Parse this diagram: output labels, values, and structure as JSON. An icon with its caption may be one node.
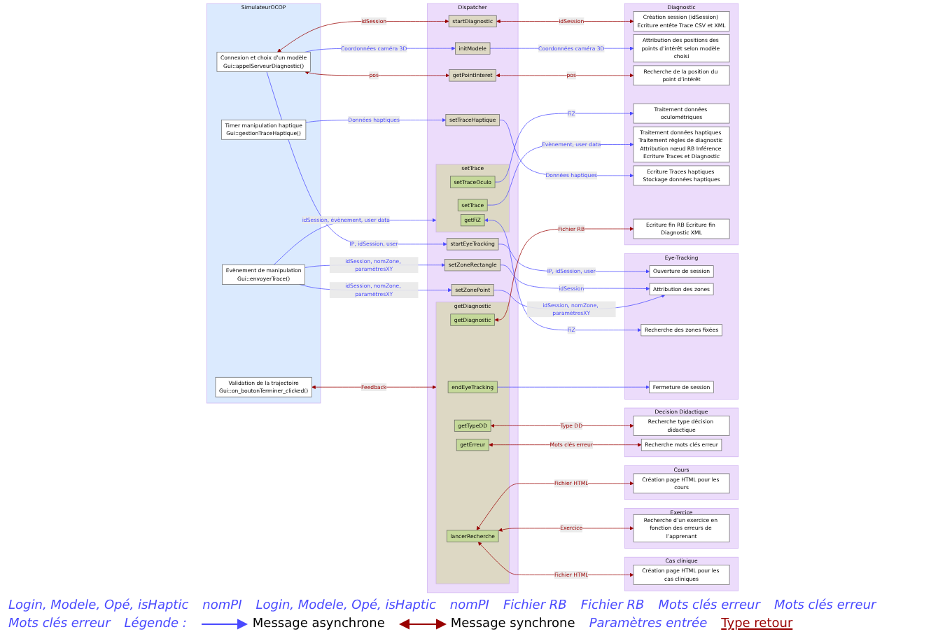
{
  "diagram": {
    "nodes": [
      {
        "text": [
          "SimulateurOCOP"
        ]
      },
      {
        "text": [
          "Connexion et choix d’un modèle",
          "Gui::appelServeurDiagnostic()"
        ],
        "in": 0
      },
      {
        "text": [
          "Evènement de manipulation",
          "Gui::envoyerTrace()"
        ],
        "in": 0
      },
      {
        "text": [
          "Timer manipulation haptique",
          "Gui::gestionTraceHaptique()"
        ],
        "in": 0
      },
      {
        "text": [
          "Validation de la trajectoire",
          "Gui::on_boutonTerminer_clicked()"
        ],
        "in": 0
      },
      {
        "text": [
          "Dispatcher"
        ]
      },
      {
        "text": [
          "startDiagnostic"
        ],
        "in": 5
      },
      {
        "text": [
          "initModele"
        ],
        "in": 5
      },
      {
        "text": [
          "getPointInteret"
        ],
        "in": 5
      },
      {
        "text": [
          "startEyeTracking"
        ],
        "in": 5
      },
      {
        "text": [
          "setZonePoint"
        ],
        "in": 5
      },
      {
        "text": [
          "setZoneRectangle"
        ],
        "in": 5
      },
      {
        "text": [
          "setTrace"
        ],
        "in": 5
      },
      {
        "text": [
          "getFiZ"
        ],
        "in": 12
      },
      {
        "text": [
          "setTraceOculo"
        ],
        "in": 12
      },
      {
        "text": [
          "setTrace"
        ],
        "in": 12
      },
      {
        "text": [
          "setTraceHaptique"
        ],
        "in": 5
      },
      {
        "text": [
          "getDiagnostic"
        ],
        "in": 5
      },
      {
        "text": [
          "endEyeTracking"
        ],
        "in": 17
      },
      {
        "text": [
          "getDiagnostic"
        ],
        "in": 17
      },
      {
        "text": [
          "getTypeDD"
        ],
        "in": 17
      },
      {
        "text": [
          "getErreur"
        ],
        "in": 17
      },
      {
        "text": [
          "lancerRecherche"
        ],
        "in": 17
      },
      {
        "text": [
          "Eye-Tracking"
        ]
      },
      {
        "text": [
          "Ouverture de session"
        ],
        "in": 23
      },
      {
        "text": [
          "Attribution des zones"
        ],
        "in": 23
      },
      {
        "text": [
          "Recherche des zones fixées"
        ],
        "in": 23
      },
      {
        "text": [
          "Fermeture de session"
        ],
        "in": 23
      },
      {
        "text": [
          "Diagnostic"
        ]
      },
      {
        "text": [
          "Création session (idSession) Ecriture entête Trace CSV et XML"
        ],
        "in": 28
      },
      {
        "text": [
          "Attribution des positions des points d’intérêt selon modèle choisi"
        ],
        "in": 28
      },
      {
        "text": [
          "Recherche de la position du point d’intérêt"
        ],
        "in": 28
      },
      {
        "text": [
          "Traitement données oculométriques"
        ],
        "in": 28
      },
      {
        "text": [
          "Traitement données haptiques Traitement règles de diagnostic Attribution nœud RB Inférence Ecriture Traces et Diagnostic"
        ],
        "in": 28
      },
      {
        "text": [
          "Ecriture Traces haptiques Stockage données haptiques"
        ],
        "in": 28
      },
      {
        "text": [
          "Ecriture fin RB Ecriture fin Diagnostic XML"
        ],
        "in": 28
      },
      {
        "text": [
          "Decision Didactique"
        ]
      },
      {
        "text": [
          "Recherche type décision didactique"
        ],
        "in": 36
      },
      {
        "text": [
          "Recherche mots clés erreur"
        ],
        "in": 36
      },
      {
        "text": [
          "Cours"
        ]
      },
      {
        "text": [
          "Création page HTML pour les cours"
        ],
        "in": 39
      },
      {
        "text": [
          "Exercice"
        ]
      },
      {
        "text": [
          "Recherche d’un exercice en fonction des erreurs de l’apprenant"
        ],
        "in": 41
      },
      {
        "text": [
          "Cas clinique"
        ]
      },
      {
        "text": [
          "Création page HTML pour les cas cliniques"
        ],
        "in": 43
      }
    ],
    "edges": [
      {
        "from": 1,
        "to": 6,
        "arrow": "both",
        "label": "idSession",
        "color": "#990000"
      },
      {
        "from": 1,
        "to": 7,
        "arrow": "to",
        "label": "Coordonnées caméra 3D"
      },
      {
        "from": 1,
        "to": 8,
        "arrow": "both",
        "label": "pos",
        "color": "#990000"
      },
      {
        "from": 1,
        "to": 9,
        "arrow": "to",
        "label": "IP, idSession, user"
      },
      {
        "from": 2,
        "to": 10,
        "arrow": "to",
        "label": "idSession, nomZone, paramètresXY"
      },
      {
        "from": 2,
        "to": 11,
        "arrow": "to",
        "label": "idSession, nomZone, paramètresXY"
      },
      {
        "from": 2,
        "to": 12,
        "arrow": "to",
        "label": "idSession, évènement, user data"
      },
      {
        "from": 3,
        "to": 16,
        "arrow": "to",
        "label": "Données haptiques"
      },
      {
        "from": 4,
        "to": 17,
        "arrow": "both",
        "label": "Feedback",
        "color": "#990000"
      },
      {
        "from": 6,
        "to": 29,
        "arrow": "both",
        "label": "idSession",
        "color": "#990000"
      },
      {
        "from": 7,
        "to": 30,
        "arrow": "to",
        "label": "Coordonnées caméra 3D"
      },
      {
        "from": 8,
        "to": 31,
        "arrow": "both",
        "label": "pos",
        "color": "#990000"
      },
      {
        "from": 9,
        "to": 24,
        "arrow": "to",
        "label": "IP, idSession, user"
      },
      {
        "from": 10,
        "to": 25,
        "arrow": "to",
        "label": "idSession, nomZone, paramètresXY"
      },
      {
        "from": 11,
        "to": 25,
        "arrow": "to",
        "label": "idSession"
      },
      {
        "from": 13,
        "to": 26,
        "arrow": "both",
        "label": "FiZ"
      },
      {
        "from": 14,
        "to": 32,
        "arrow": "to",
        "label": "FiZ"
      },
      {
        "from": 15,
        "to": 33,
        "arrow": "to",
        "label": "Evènement, user data"
      },
      {
        "from": 16,
        "to": 34,
        "arrow": "to",
        "label": "Données haptiques"
      },
      {
        "from": 18,
        "to": 27,
        "arrow": "to"
      },
      {
        "from": 19,
        "to": 35,
        "arrow": "both",
        "label": "Fichier RB",
        "color": "#990000"
      },
      {
        "from": 20,
        "to": 37,
        "arrow": "both",
        "label": "Type DD",
        "color": "#990000"
      },
      {
        "from": 21,
        "to": 38,
        "arrow": "both",
        "label": "Mots clés erreur",
        "color": "#990000"
      },
      {
        "from": 22,
        "to": 40,
        "arrow": "both",
        "label": "Fichier HTML",
        "color": "#990000"
      },
      {
        "from": 22,
        "to": 42,
        "arrow": "both",
        "label": "Exercice",
        "color": "#990000"
      },
      {
        "from": 22,
        "to": 44,
        "arrow": "both",
        "label": "Fichier HTML",
        "color": "#990000"
      }
    ],
    "labels": [
      "Login, Modele, Opé, isHaptic",
      "nomPI",
      "Login, Modele, Opé, isHaptic",
      "nomPI",
      "Fichier RB",
      "Fichier RB",
      "Mots clés erreur",
      "Mots clés erreur",
      "Mots clés erreur",
      "Légende :"
    ],
    "legend": [
      {
        "text": "Message asynchrone"
      },
      {
        "text": "Message synchrone"
      },
      {
        "text": "Paramètres entrée"
      },
      {
        "text": "Type retour"
      }
    ]
  }
}
